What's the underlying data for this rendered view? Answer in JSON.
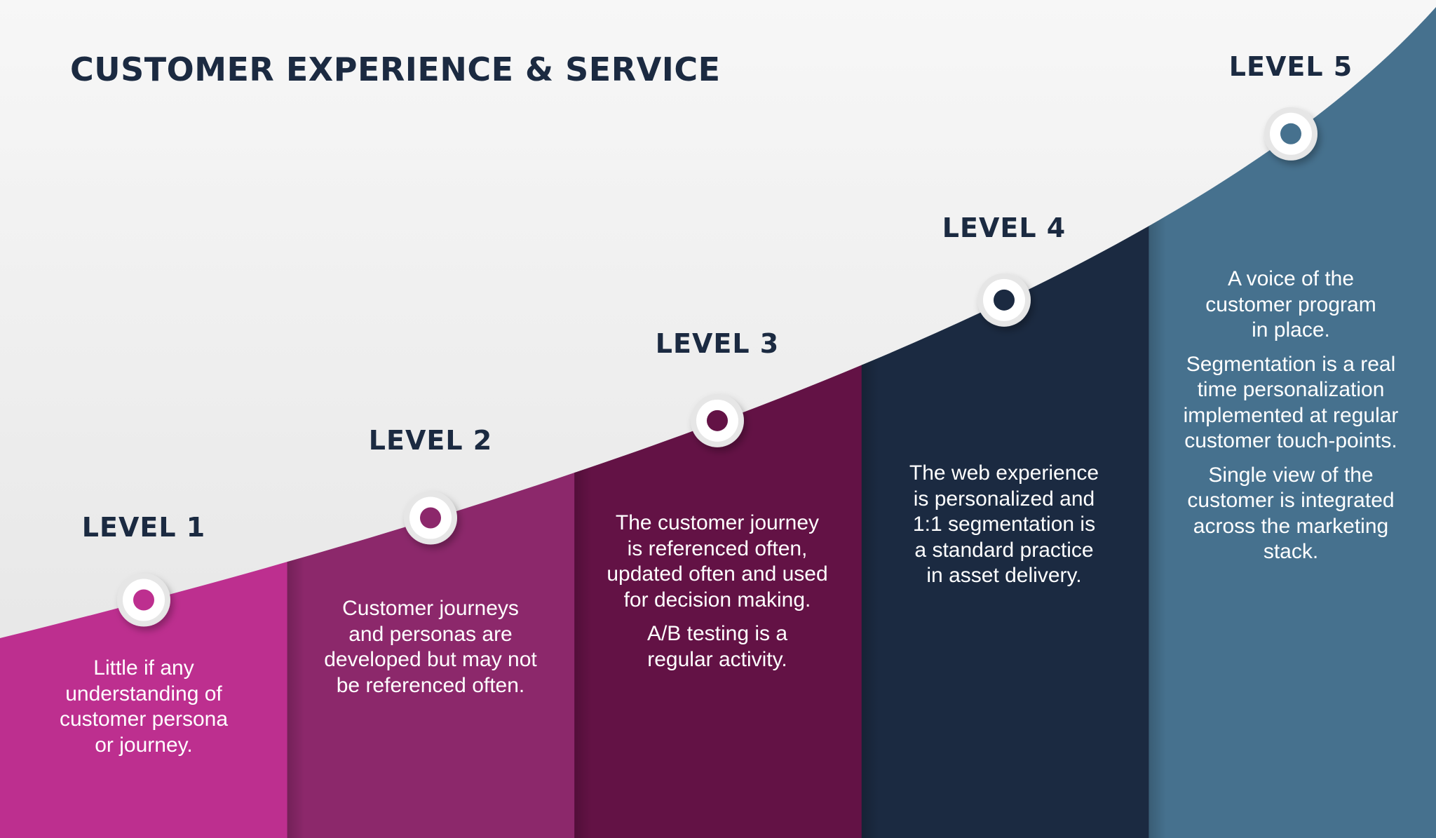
{
  "title": "CUSTOMER EXPERIENCE & SERVICE",
  "colors": {
    "background_top": "#f7f7f7",
    "background_bottom": "#e3e3e3",
    "heading": "#1b2a41",
    "level_1": "#bd2f8f",
    "level_2": "#8c286b",
    "level_3": "#631245",
    "level_4": "#1b2a41",
    "level_5": "#46718e"
  },
  "levels": [
    {
      "label": "LEVEL 1",
      "icon": "ring-marker-icon",
      "color": "#bd2f8f",
      "paragraphs": [
        "Little if any\nunderstanding of\ncustomer persona\nor journey."
      ]
    },
    {
      "label": "LEVEL 2",
      "icon": "ring-marker-icon",
      "color": "#8c286b",
      "paragraphs": [
        "Customer journeys\nand personas are\ndeveloped but may not\nbe referenced often."
      ]
    },
    {
      "label": "LEVEL 3",
      "icon": "ring-marker-icon",
      "color": "#631245",
      "paragraphs": [
        "The customer journey\nis referenced often,\nupdated often and used\nfor decision making.",
        "A/B testing is a\nregular activity."
      ]
    },
    {
      "label": "LEVEL 4",
      "icon": "ring-marker-icon",
      "color": "#1b2a41",
      "paragraphs": [
        "The web experience\nis personalized and\n1:1 segmentation is\na standard practice\nin asset delivery."
      ]
    },
    {
      "label": "LEVEL 5",
      "icon": "ring-marker-icon",
      "color": "#46718e",
      "paragraphs": [
        "A voice of the\ncustomer program\nin place.",
        "Segmentation is a real\ntime personalization\nimplemented at regular\ncustomer touch-points.",
        "Single view of the\ncustomer is integrated\nacross the marketing\nstack."
      ]
    }
  ]
}
